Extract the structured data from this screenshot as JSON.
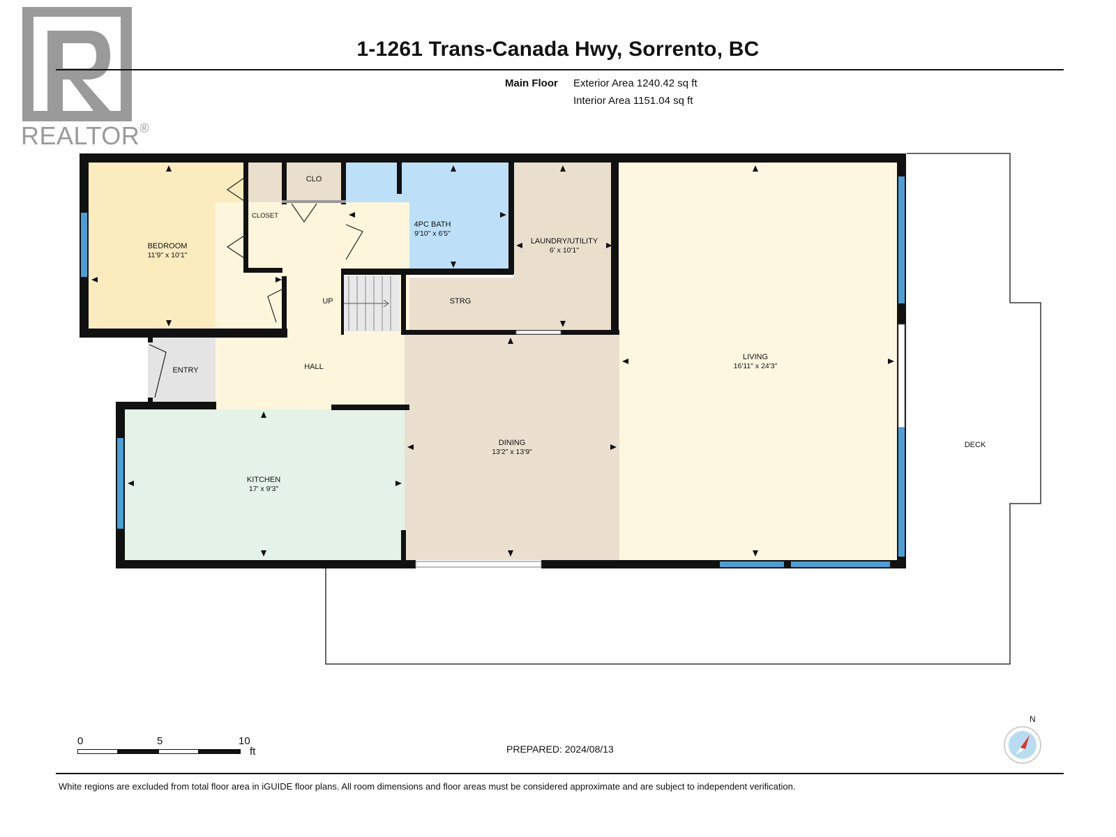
{
  "header": {
    "title": "1-1261 Trans-Canada Hwy, Sorrento, BC",
    "floor_label": "Main Floor",
    "exterior_area": "Exterior Area 1240.42 sq ft",
    "interior_area": "Interior Area 1151.04 sq ft"
  },
  "logo": {
    "text": "REALTOR",
    "mark": "®"
  },
  "rooms": {
    "bedroom": {
      "name": "BEDROOM",
      "dims": "11'9\" x 10'1\""
    },
    "closet": {
      "name": "CLOSET"
    },
    "clo": {
      "name": "CLO"
    },
    "bath": {
      "name": "4PC BATH",
      "dims": "9'10\" x 6'5\""
    },
    "laundry": {
      "name": "LAUNDRY/UTILITY",
      "dims": "6' x 10'1\""
    },
    "strg": {
      "name": "STRG"
    },
    "up": {
      "name": "UP"
    },
    "entry": {
      "name": "ENTRY"
    },
    "hall": {
      "name": "HALL"
    },
    "living": {
      "name": "LIVING",
      "dims": "16'11\" x 24'3\""
    },
    "dining": {
      "name": "DINING",
      "dims": "13'2\" x 13'9\""
    },
    "kitchen": {
      "name": "KITCHEN",
      "dims": "17' x 9'3\""
    },
    "deck": {
      "name": "DECK"
    }
  },
  "scale": {
    "ticks": [
      "0",
      "5",
      "10"
    ],
    "unit": "ft"
  },
  "compass": {
    "label": "N",
    "icon": "compass-icon"
  },
  "prepared": "PREPARED: 2024/08/13",
  "disclaimer": "White regions are excluded from total floor area in iGUIDE floor plans. All room dimensions and floor areas must be considered approximate and are subject to independent verification.",
  "colors": {
    "bedroom": "#fbecc0",
    "bath": "#bde0f8",
    "laundry": "#eadfcd",
    "hall": "#fdf6dc",
    "living": "#fdf6e0",
    "dining": "#ebe0cf",
    "kitchen": "#e4f2e8",
    "entry": "#e4e4e4",
    "window": "#4a9fd8",
    "wall": "#111111"
  }
}
